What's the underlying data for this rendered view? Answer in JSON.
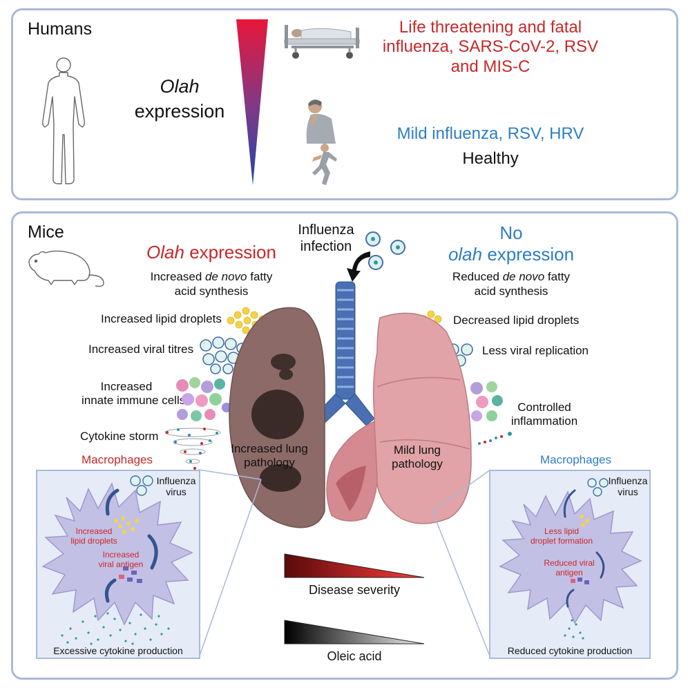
{
  "humans": {
    "title": "Humans",
    "olah_italic": "Olah",
    "expression": "expression",
    "severe_line1": "Life threatening and fatal",
    "severe_line2": "influenza, SARS-CoV-2, RSV",
    "severe_line3": "and MIS-C",
    "mild": "Mild influenza, RSV, HRV",
    "healthy": "Healthy"
  },
  "mice": {
    "title": "Mice",
    "infection_line1": "Influenza",
    "infection_line2": "infection",
    "left": {
      "heading_italic": "Olah",
      "heading_rest": " expression",
      "fatty_a": "Increased ",
      "fatty_b": "de novo",
      "fatty_c": " fatty",
      "fatty_line2": "acid synthesis",
      "lipid": "Increased lipid droplets",
      "viral": "Increased viral titres",
      "immune_line1": "Increased",
      "immune_line2": "innate immune cells",
      "cytokine": "Cytokine storm",
      "lung_line1": "Increased lung",
      "lung_line2": "pathology"
    },
    "right": {
      "heading_line1": "No",
      "heading_italic": "olah",
      "heading_rest": " expression",
      "fatty_a": "Reduced ",
      "fatty_b": "de novo",
      "fatty_c": " fatty",
      "fatty_line2": "acid synthesis",
      "lipid": "Decreased lipid droplets",
      "viral": "Less viral replication",
      "inflam_line1": "Controlled",
      "inflam_line2": "inflammation",
      "lung_line1": "Mild lung",
      "lung_line2": "pathology"
    },
    "macro_left": {
      "title": "Macrophages",
      "virus_line1": "Influenza",
      "virus_line2": "virus",
      "lipid_line1": "Increased",
      "lipid_line2": "lipid droplets",
      "antigen_line1": "Increased",
      "antigen_line2": "viral antigen",
      "cytokine": "Excessive cytokine production"
    },
    "macro_right": {
      "title": "Macrophages",
      "virus_line1": "Influenza",
      "virus_line2": "virus",
      "lipid_line1": "Less lipid",
      "lipid_line2": "droplet formation",
      "antigen_line1": "Reduced viral",
      "antigen_line2": "antigen",
      "cytokine": "Reduced cytokine production"
    },
    "severity": "Disease severity",
    "oleic": "Oleic acid"
  },
  "colors": {
    "border": "#a9b9d9",
    "red": "#c62828",
    "blue": "#2e7dc4",
    "sick_lung": "#8c6a67",
    "healthy_lung": "#e1a3a7",
    "trachea": "#4a6fb2",
    "macrophage": "#c3c0e6"
  },
  "icons": [
    "human-outline-icon",
    "hospital-bed-icon",
    "coughing-person-icon",
    "runner-icon",
    "mouse-icon",
    "virus-icon",
    "lipid-droplet-icon",
    "immune-cell-icon",
    "cytokine-dots-icon",
    "lungs-icon",
    "macrophage-icon"
  ]
}
